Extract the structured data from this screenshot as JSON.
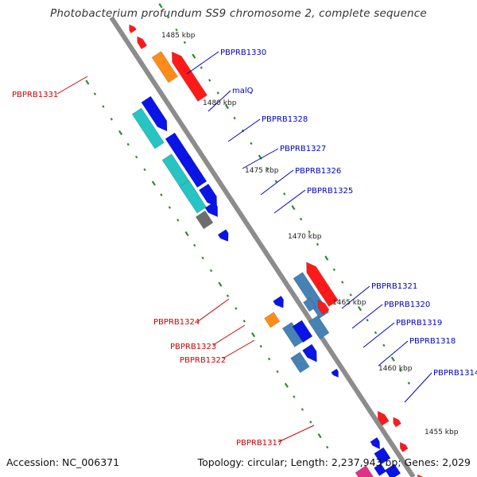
{
  "title": "Photobacterium profundum SS9 chromosome 2, complete sequence",
  "footer": {
    "accession": "Accession: NC_006371",
    "summary": "Topology: circular; Length: 2,237,943 bp; Genes: 2,029"
  },
  "colors": {
    "backbone": "#8c8c8c",
    "tick": "#2e8b2e",
    "label_forward": "#0000cc",
    "label_reverse": "#cc0000",
    "gene_red": "#ff1a1a",
    "gene_orange": "#ff8c1a",
    "gene_blue": "#0a14e6",
    "gene_cyan": "#27c4c4",
    "gene_steel": "#4682b4",
    "gene_gray": "#6e6e6e",
    "gene_magenta": "#e0308a"
  },
  "scale_labels": [
    "1485 kbp",
    "1480 kbp",
    "1475 kbp",
    "1470 kbp",
    "1465 kbp",
    "1460 kbp",
    "1455 kbp"
  ],
  "gene_labels": {
    "forward": [
      "PBPRB1330",
      "malQ",
      "PBPRB1328",
      "PBPRB1327",
      "PBPRB1326",
      "PBPRB1325",
      "PBPRB1321",
      "PBPRB1320",
      "PBPRB1319",
      "PBPRB1318",
      "PBPRB1314"
    ],
    "reverse": [
      "PBPRB1331",
      "PBPRB1324",
      "PBPRB1323",
      "PBPRB1322",
      "PBPRB1317"
    ]
  }
}
